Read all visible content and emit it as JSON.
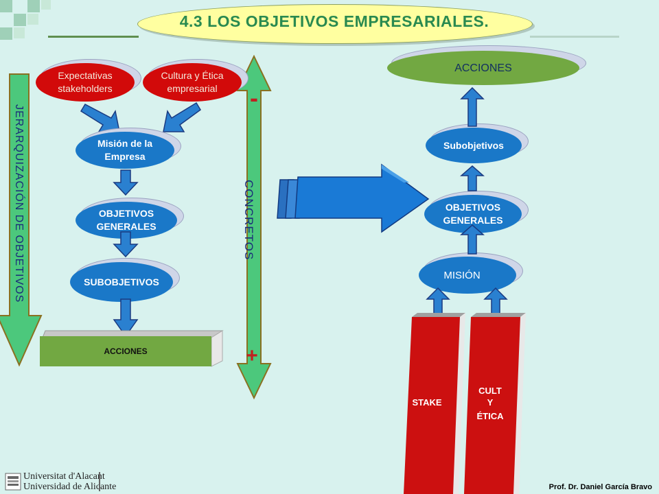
{
  "title": "4.3 LOS OBJETIVOS EMPRESARIALES.",
  "left": {
    "hierarchy_label": "JERARQUIZACIÓN DE OBJETIVOS",
    "concretos_label": "CONCRETOS",
    "minus_sign": "-",
    "plus_sign": "+",
    "expectativas": "Expectativas stakeholders",
    "cultura": "Cultura y Ética empresarial",
    "mision": "Misión de la Empresa",
    "objetivos": "OBJETIVOS GENERALES",
    "subobjetivos": "SUBOBJETIVOS",
    "acciones": "ACCIONES"
  },
  "right": {
    "acciones": "ACCIONES",
    "subobjetivos": "Subobjetivos",
    "objetivos": "OBJETIVOS GENERALES",
    "mision": "MISIÓN",
    "stake": "STAKE",
    "cult": "CULT",
    "y": "Y",
    "etica": "ÉTICA"
  },
  "footer": {
    "uni_ca": "Universitat d'Alacant",
    "uni_es": "Universidad de Alicante",
    "author": "Prof. Dr. Daniel García Bravo"
  },
  "colors": {
    "background": "#d8f2ee",
    "title_fill": "#ffffa0",
    "title_text": "#2a8a50",
    "red": "#d20a0a",
    "blue": "#1a78c8",
    "green": "#72a842",
    "arrow_green": "#4cc87c"
  }
}
